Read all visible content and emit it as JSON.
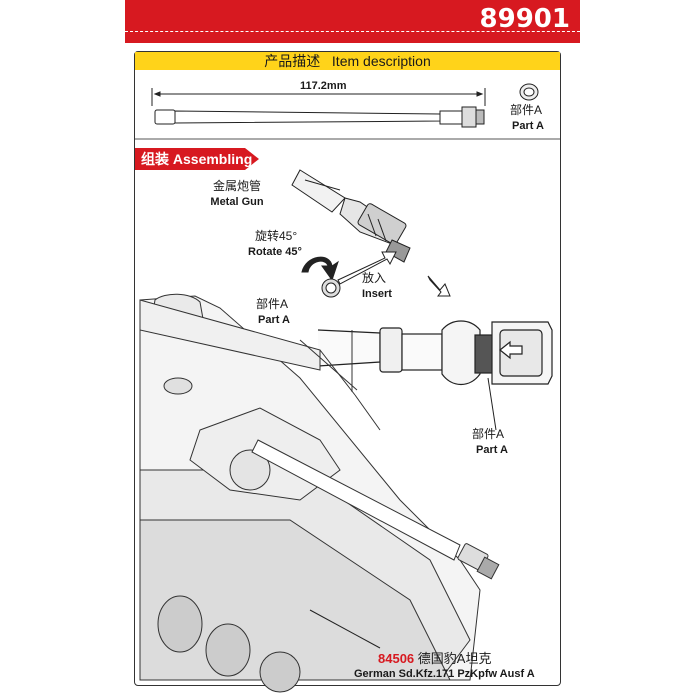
{
  "header": {
    "product_code": "89901"
  },
  "description": {
    "cn": "产品描述",
    "en": "Item description"
  },
  "part_list": {
    "length": "117.2mm",
    "part_cn": "部件A",
    "part_en": "Part A"
  },
  "assembling": {
    "cn": "组装",
    "en": "Assembling"
  },
  "labels": {
    "metal_gun_cn": "金属炮管",
    "metal_gun_en": "Metal Gun",
    "rotate_cn": "旋转45°",
    "rotate_en": "Rotate 45°",
    "insert_cn": "放入",
    "insert_en": "Insert",
    "part_a_cn": "部件A",
    "part_a_en": "Part A",
    "part_a2_cn": "部件A",
    "part_a2_en": "Part A"
  },
  "kit": {
    "number": "84506",
    "name_cn": "德国豹A坦克",
    "name_en": "German Sd.Kfz.171 PzKpfw Ausf A"
  },
  "colors": {
    "brand_red": "#d71920",
    "bar_yellow": "#ffd31a"
  }
}
